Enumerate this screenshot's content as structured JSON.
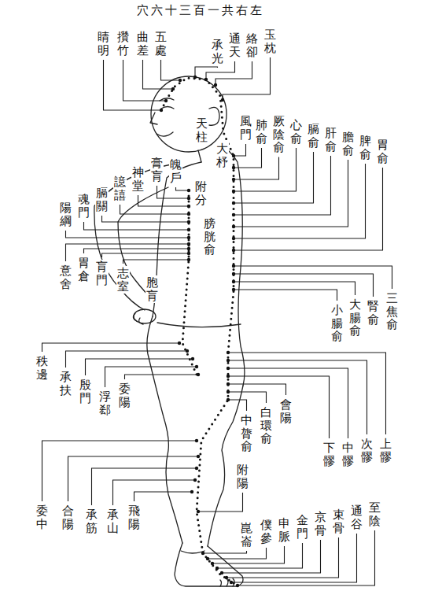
{
  "diagram": {
    "title": "左右共一百三十六穴",
    "labels": [
      "睛明",
      "攢竹",
      "曲差",
      "五處",
      "承光",
      "通天",
      "絡卻",
      "玉枕",
      "天柱",
      "大杼",
      "風門",
      "肺俞",
      "厥陰俞",
      "心俞",
      "膈俞",
      "肝俞",
      "膽俞",
      "脾俞",
      "胃俞",
      "魄戶",
      "膏肓",
      "神堂",
      "譩譆",
      "膈關",
      "魂門",
      "陽綱",
      "附分",
      "膀胱俞",
      "意舍",
      "胃倉",
      "肓門",
      "志室",
      "胞肓",
      "三焦俞",
      "腎俞",
      "大腸俞",
      "小腸俞",
      "上髎",
      "次髎",
      "中髎",
      "下髎",
      "會陽",
      "白環俞",
      "中膂俞",
      "秩邊",
      "承扶",
      "殷門",
      "浮郄",
      "委陽",
      "附陽",
      "委中",
      "合陽",
      "承筋",
      "承山",
      "飛陽",
      "崑崙",
      "僕參",
      "申脈",
      "金門",
      "京骨",
      "束骨",
      "通谷",
      "至陰"
    ]
  }
}
